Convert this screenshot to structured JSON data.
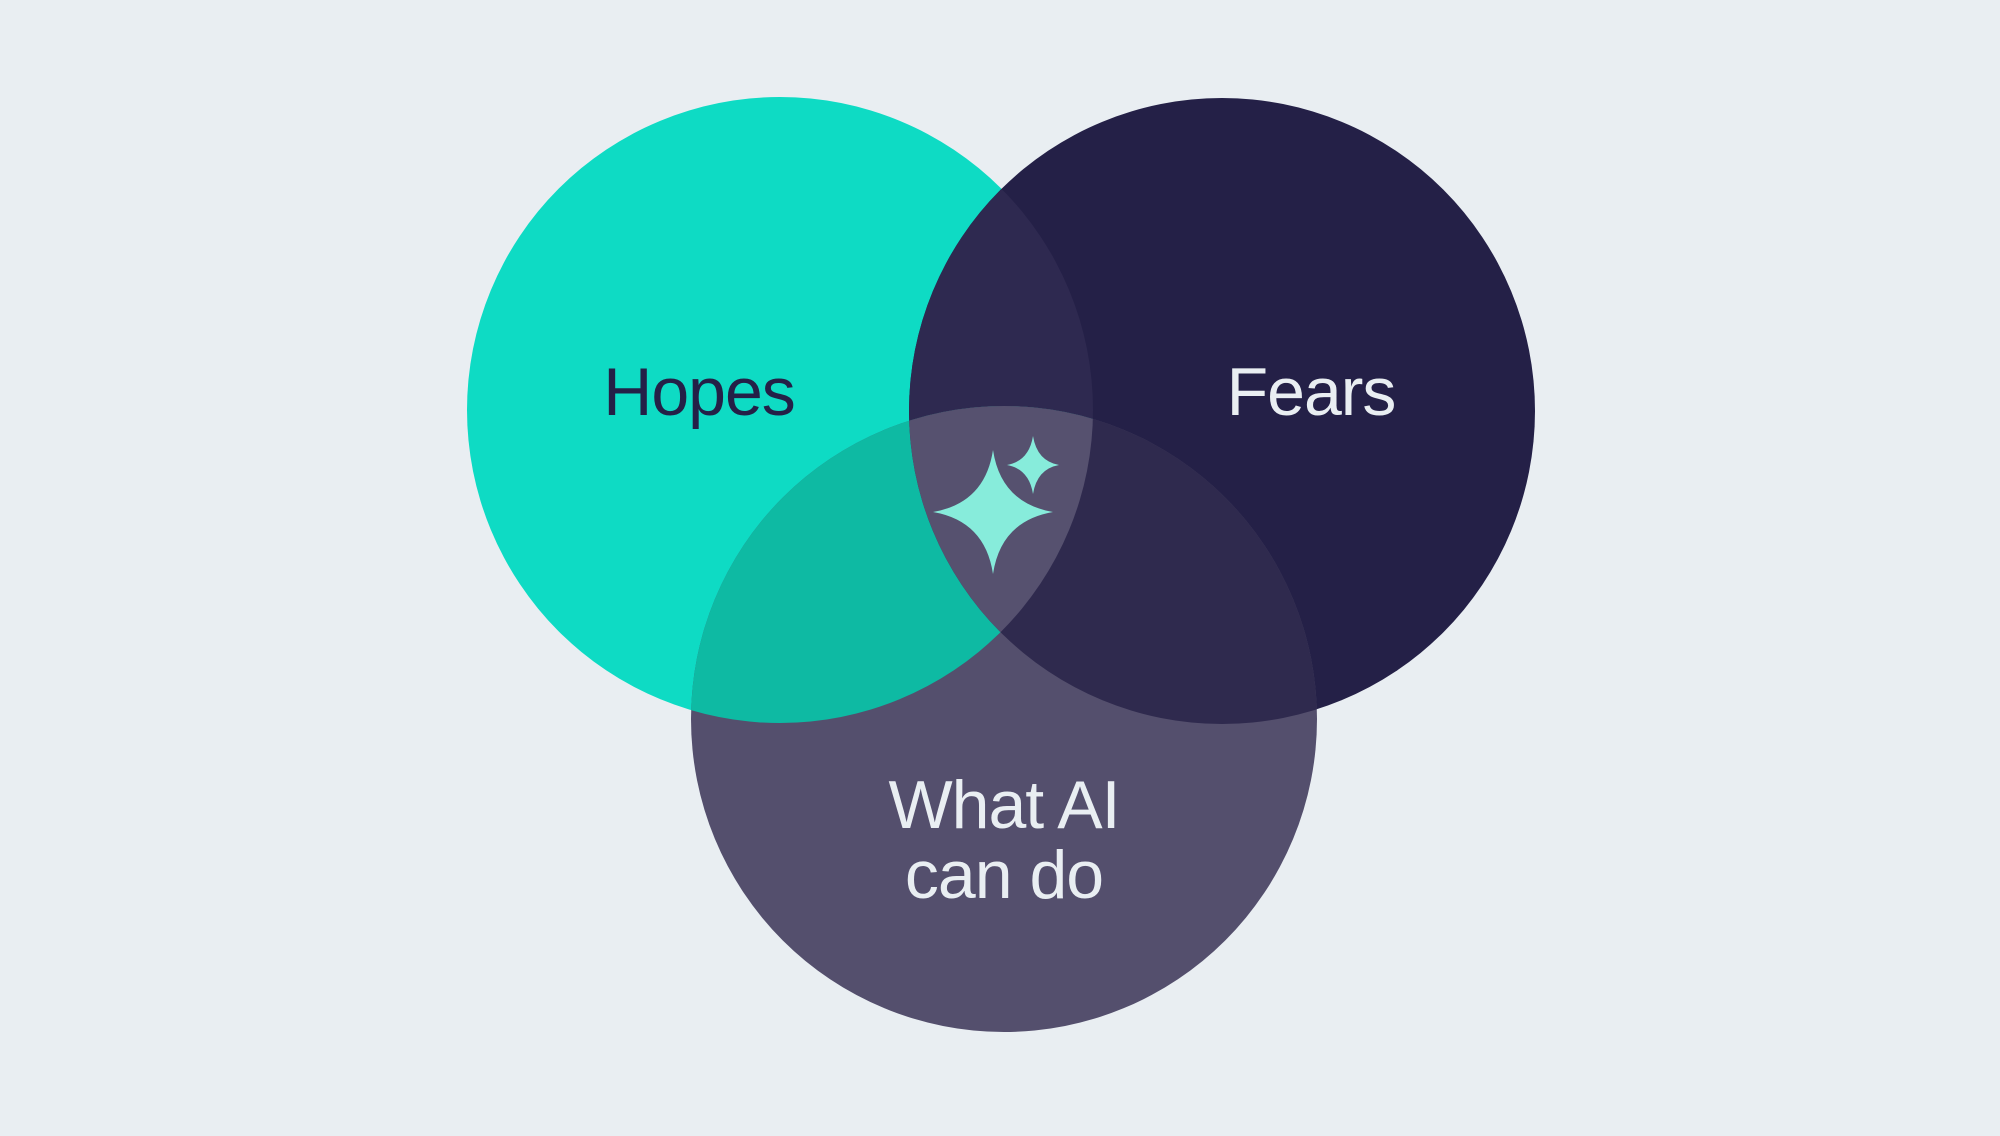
{
  "diagram": {
    "type": "venn",
    "title": "",
    "sets": [
      {
        "id": "hopes",
        "label": "Hopes"
      },
      {
        "id": "fears",
        "label": "Fears"
      },
      {
        "id": "what_ai_can_do",
        "label": "What AI can do"
      }
    ],
    "intersections": [
      {
        "between": [
          "hopes",
          "fears"
        ]
      },
      {
        "between": [
          "hopes",
          "what_ai_can_do"
        ]
      },
      {
        "between": [
          "fears",
          "what_ai_can_do"
        ]
      },
      {
        "between": [
          "hopes",
          "fears",
          "what_ai_can_do"
        ],
        "icon": "sparkle-icon"
      }
    ]
  },
  "labels": {
    "hopes": "Hopes",
    "fears": "Fears",
    "what_ai_line1": "What AI",
    "what_ai_line2": "can do"
  },
  "colors": {
    "background": "#E9EEF2",
    "frame_border": "#ADB3BD",
    "hopes": "#0EDBC4",
    "fears": "#242047",
    "what_ai": "#544F6D",
    "hopes_fears": "#2E2950",
    "hopes_what_ai": "#0EBAA3",
    "fears_what_ai": "#2F2A4E",
    "center_triple": "#56516F",
    "sparkle": "#87ECDB",
    "hopes_label_text": "#242047",
    "light_label_text": "#E9EEF2"
  }
}
